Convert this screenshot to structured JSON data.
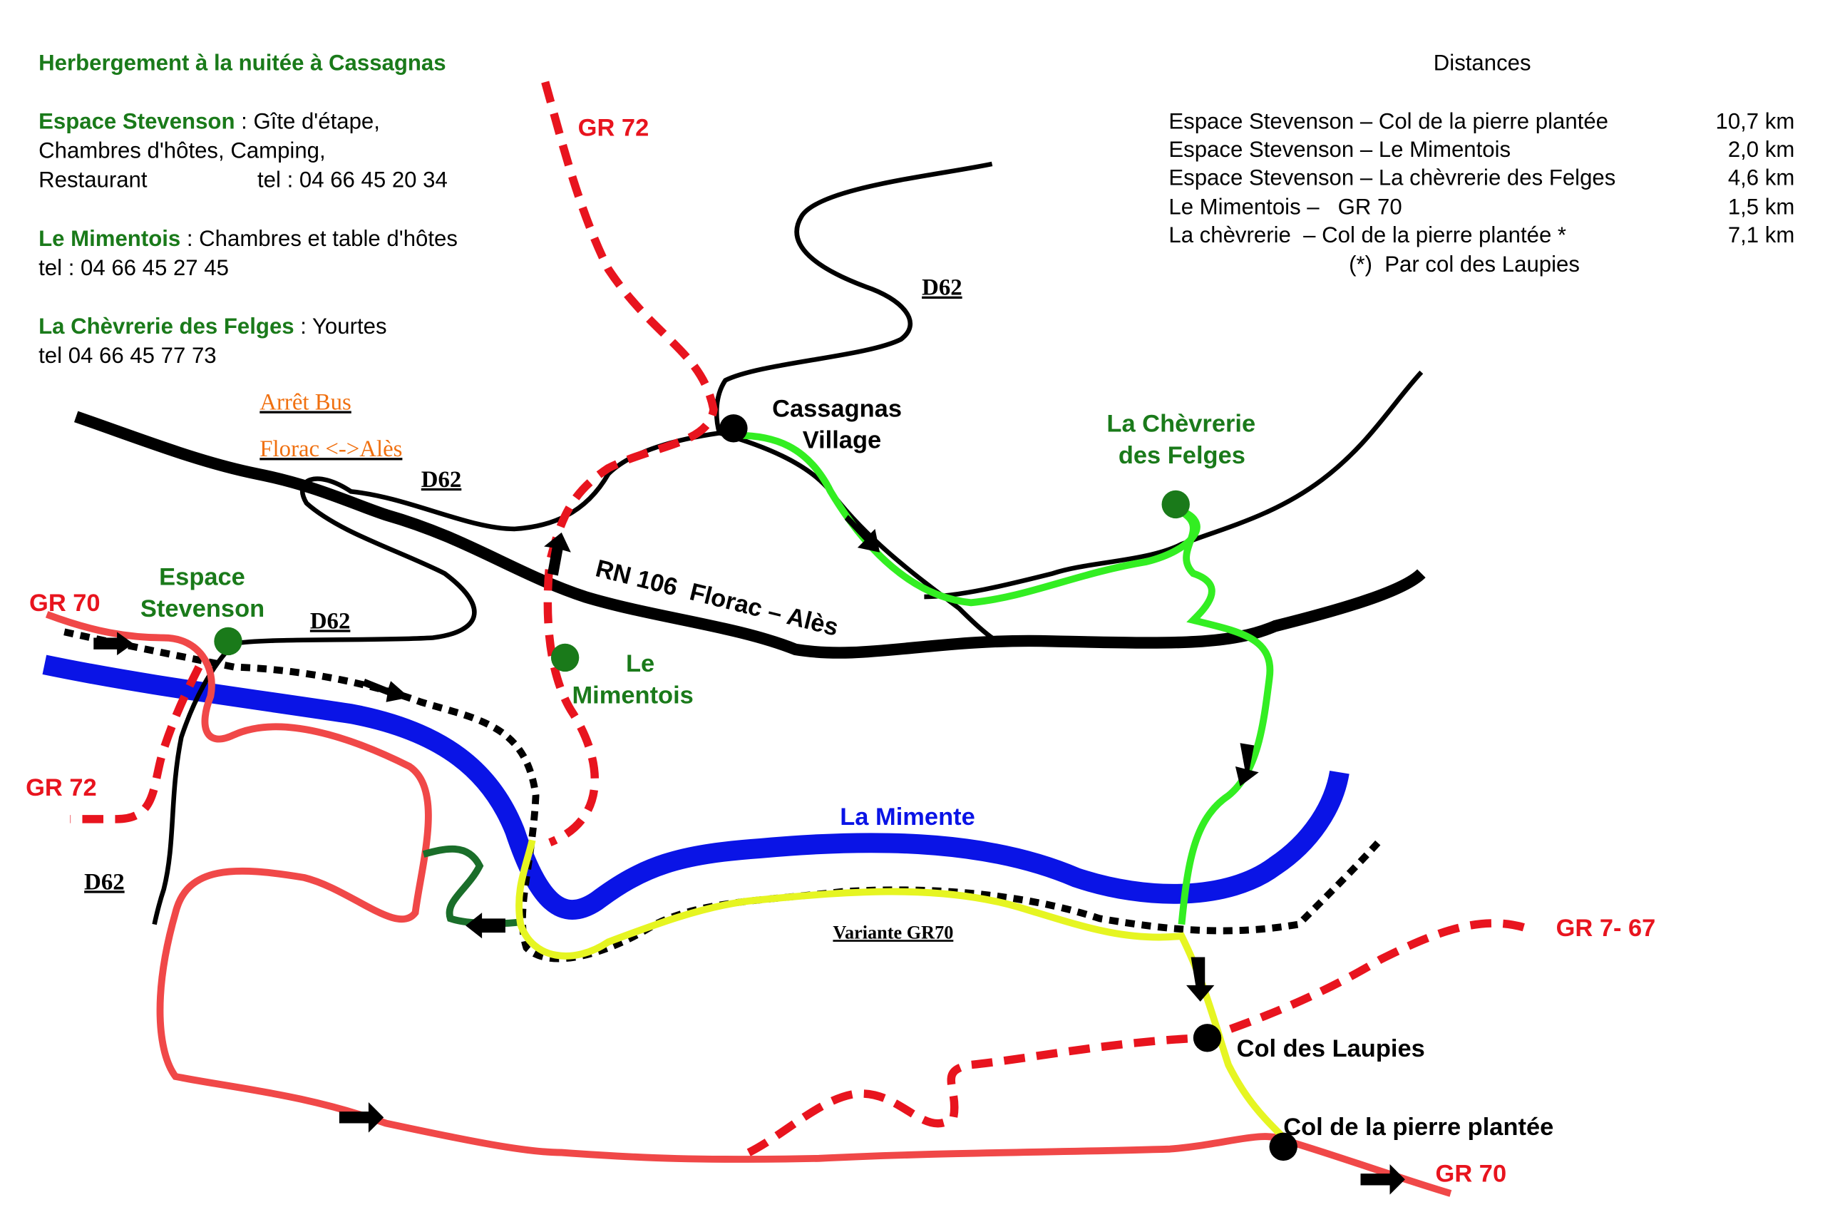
{
  "info": {
    "title": "Herbergement à la nuitée à Cassagnas",
    "stevenson_name": "Espace Stevenson",
    "stevenson_desc": " : Gîte d'étape,",
    "stevenson_line2": "Chambres d'hôtes, Camping,",
    "stevenson_line3a": "Restaurant",
    "stevenson_tel": "tel : 04 66 45 20 34",
    "mimentois_name": "Le Mimentois",
    "mimentois_desc": " : Chambres et table d'hôtes",
    "mimentois_tel": "tel : 04 66 45 27 45",
    "chevrerie_name": "La Chèvrerie des Felges",
    "chevrerie_desc": " : Yourtes",
    "chevrerie_tel": "tel 04 66 45 77 73"
  },
  "distances": {
    "title": "Distances",
    "rows": [
      {
        "route": "Espace Stevenson – Col de la pierre plantée",
        "km": "10,7 km"
      },
      {
        "route": "Espace Stevenson – Le Mimentois",
        "km": "2,0 km"
      },
      {
        "route": "Espace Stevenson – La chèvrerie des Felges",
        "km": "4,6 km"
      },
      {
        "route": "Le Mimentois –   GR 70",
        "km": "1,5 km"
      },
      {
        "route": "La chèvrerie  – Col de la pierre plantée *",
        "km": "7,1 km"
      }
    ],
    "note": "(*)  Par col des Laupies"
  },
  "labels": {
    "gr72_top": "GR 72",
    "gr72_left": "GR 72",
    "gr70_left": "GR 70",
    "gr70_right": "GR 70",
    "gr767": "GR 7- 67",
    "d62_a": "D62",
    "d62_b": "D62",
    "d62_c": "D62",
    "d62_d": "D62",
    "bus1": "Arrêt Bus",
    "bus2": "Florac <->Alès",
    "cassagnas1": "Cassagnas",
    "cassagnas2": "Village",
    "chevrerie1": "La Chèvrerie",
    "chevrerie2": "des Felges",
    "stevenson1": "Espace",
    "stevenson2": "Stevenson",
    "mimentois1": "Le",
    "mimentois2": "Mimentois",
    "rn106": "RN 106  Florac – Alès",
    "mimente": "La Mimente",
    "variante": "Variante GR70",
    "col_laupies": "Col des Laupies",
    "col_pierre": "Col de la pierre plantée"
  },
  "colors": {
    "green_text": "#1a7a1a",
    "red": "#e8141e",
    "gr70": "#f04848",
    "river": "#0a14e6",
    "bright_green": "#33ee22",
    "yellow": "#e6f522",
    "orange": "#f07010"
  }
}
